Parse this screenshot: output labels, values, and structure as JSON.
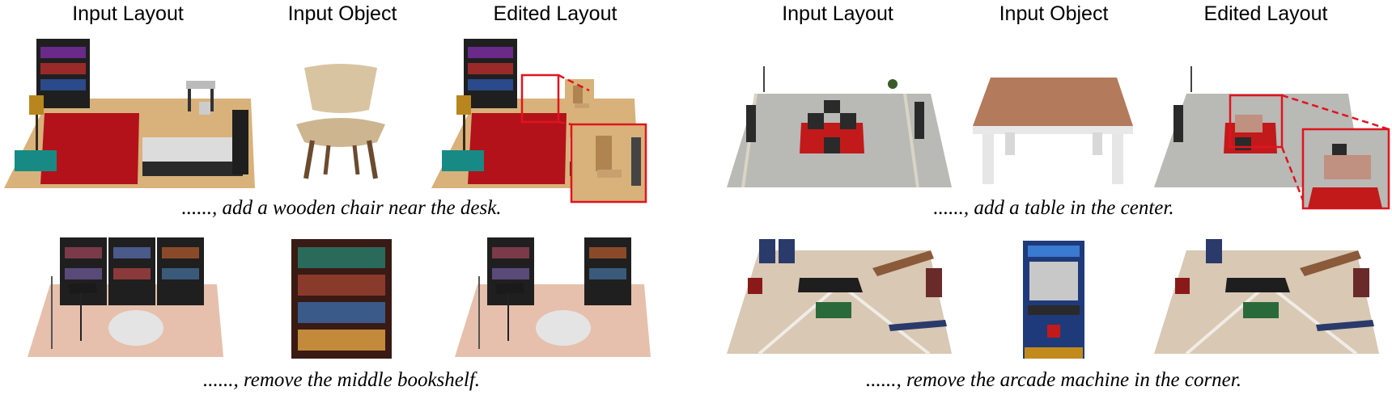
{
  "headers": [
    "Input Layout",
    "Input Object",
    "Edited Layout",
    "Input Layout",
    "Input Object",
    "Edited Layout"
  ],
  "captions": {
    "row1_left": "......, add a wooden chair near the desk.",
    "row1_right": "......, add a table in the center.",
    "row2_left": "......, remove the middle bookshelf.",
    "row2_right": "......, remove the arcade machine in the corner."
  },
  "colors": {
    "highlight": "#e0141e",
    "wood_floor": "#d8b27a",
    "red_rug": "#b3121a",
    "stone_floor": "#b9b9b6",
    "pink_floor": "#e6c0ac",
    "tile_floor": "#d8c8b4"
  }
}
